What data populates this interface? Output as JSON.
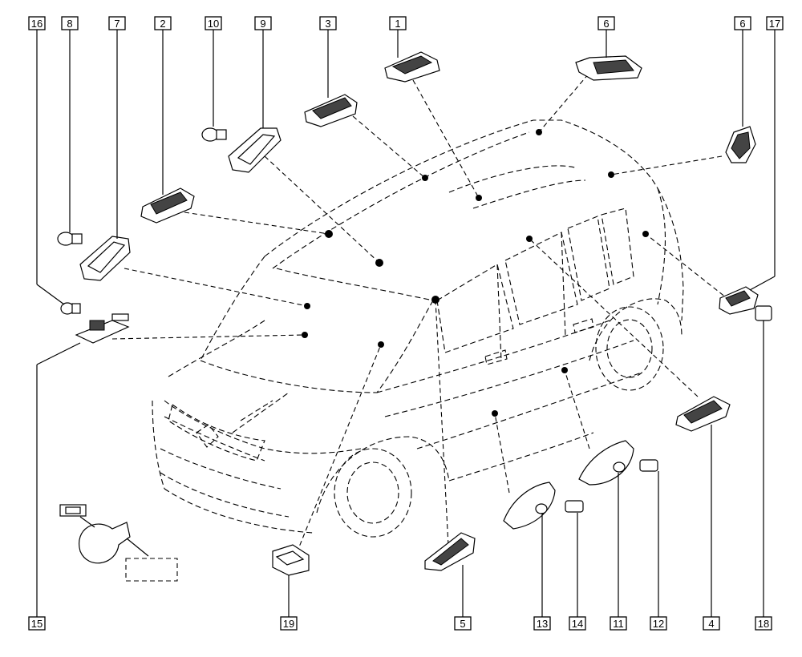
{
  "diagram": {
    "callouts": [
      "16",
      "8",
      "7",
      "2",
      "10",
      "9",
      "3",
      "1",
      "6",
      "6",
      "17",
      "15",
      "19",
      "5",
      "13",
      "14",
      "11",
      "12",
      "4",
      "18"
    ]
  },
  "colors": {
    "line": "#000000",
    "background": "#ffffff",
    "part_shade": "#444444"
  }
}
